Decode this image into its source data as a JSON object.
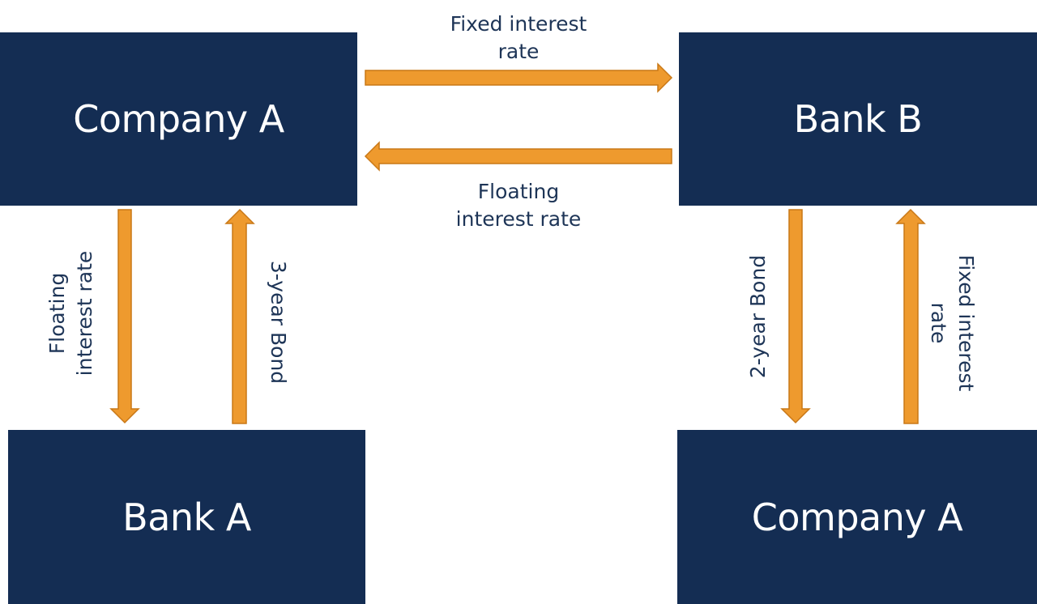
{
  "boxes": {
    "company_a_top": "Company A",
    "bank_b": "Bank B",
    "bank_a": "Bank A",
    "company_a_bottom": "Company A"
  },
  "flows": {
    "top_fixed": [
      "Fixed interest",
      "rate"
    ],
    "top_floating": [
      "Floating",
      "interest rate"
    ],
    "left_floating": [
      "Floating",
      "interest rate"
    ],
    "left_bond": [
      "3-year Bond"
    ],
    "right_bond": [
      "2-year Bond"
    ],
    "right_fixed": [
      "Fixed interest",
      "rate"
    ]
  },
  "colors": {
    "box_fill": "#142d53",
    "box_text": "#ffffff",
    "arrow_fill": "#ee9a2e",
    "label_text": "#1e3557"
  }
}
